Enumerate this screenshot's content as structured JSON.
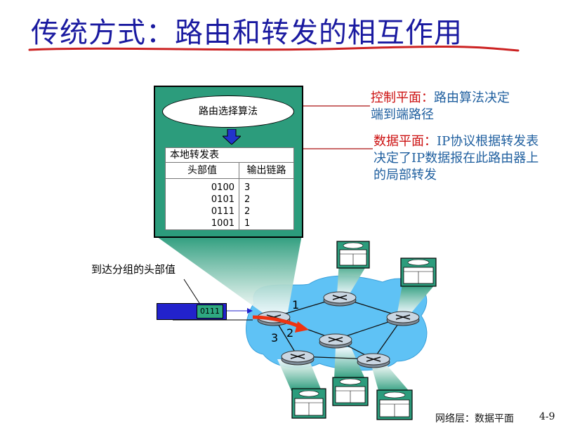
{
  "slide": {
    "title": "传统方式：路由和转发的相互作用",
    "footer_section": "网络层：数据平面",
    "page_number": "4-9"
  },
  "router_box": {
    "algorithm_label": "路由选择算法",
    "table_title": "本地转发表",
    "col_header": "头部值",
    "col_link": "输出链路",
    "rows": [
      {
        "header": "0100",
        "link": "3"
      },
      {
        "header": "0101",
        "link": "2"
      },
      {
        "header": "0111",
        "link": "2"
      },
      {
        "header": "1001",
        "link": "1"
      }
    ]
  },
  "annotations": {
    "control_plane": {
      "term": "控制平面：",
      "line1": "路由算法决定",
      "line2": "端到端路径"
    },
    "data_plane": {
      "term": "数据平面：",
      "line1": "IP协议根据转发表",
      "line2": "决定了IP数据报在此路由器上",
      "line3": "的局部转发"
    }
  },
  "packet": {
    "caption": "到达分组的头部值",
    "header_value": "0111"
  },
  "links": {
    "one": "1",
    "two": "2",
    "three": "3"
  },
  "colors": {
    "title": "#1a1aa0",
    "annotation_text": "#1f5f9f",
    "annotation_term": "#cc1111",
    "router_box": "#2c9c7c",
    "network_cloud": "#5fc2f5",
    "packet_body": "#2222cc",
    "red_arrow": "#ee3311"
  }
}
